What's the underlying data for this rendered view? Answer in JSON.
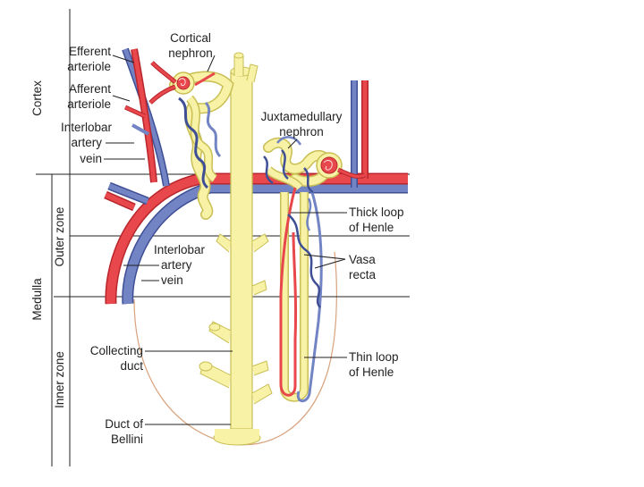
{
  "zones": {
    "cortex": "Cortex",
    "medulla": "Medulla",
    "outer_zone": "Outer zone",
    "inner_zone": "Inner zone"
  },
  "labels": {
    "efferent_1": "Efferent",
    "efferent_2": "arteriole",
    "afferent_1": "Afferent",
    "afferent_2": "arteriole",
    "interlobar_top_1": "Interlobar",
    "interlobar_top_artery": "artery",
    "interlobar_top_vein": "vein",
    "cortical_1": "Cortical",
    "cortical_2": "nephron",
    "juxta_1": "Juxtamedullary",
    "juxta_2": "nephron",
    "thick_1": "Thick loop",
    "thick_2": "of Henle",
    "interlobar_mid_1": "Interlobar",
    "interlobar_mid_artery": "artery",
    "interlobar_mid_vein": "vein",
    "vasa_1": "Vasa",
    "vasa_2": "recta",
    "collecting_1": "Collecting",
    "collecting_2": "duct",
    "thin_1": "Thin loop",
    "thin_2": "of Henle",
    "bellini_1": "Duct of",
    "bellini_2": "Bellini"
  },
  "colors": {
    "artery": "#e8474c",
    "artery_edge": "#b8262c",
    "vein": "#7284c4",
    "vein_edge": "#3f4f96",
    "tubule": "#f7f2a6",
    "tubule_edge": "#c9bf55",
    "papilla_outline": "#d9a27c",
    "line": "#222222"
  }
}
